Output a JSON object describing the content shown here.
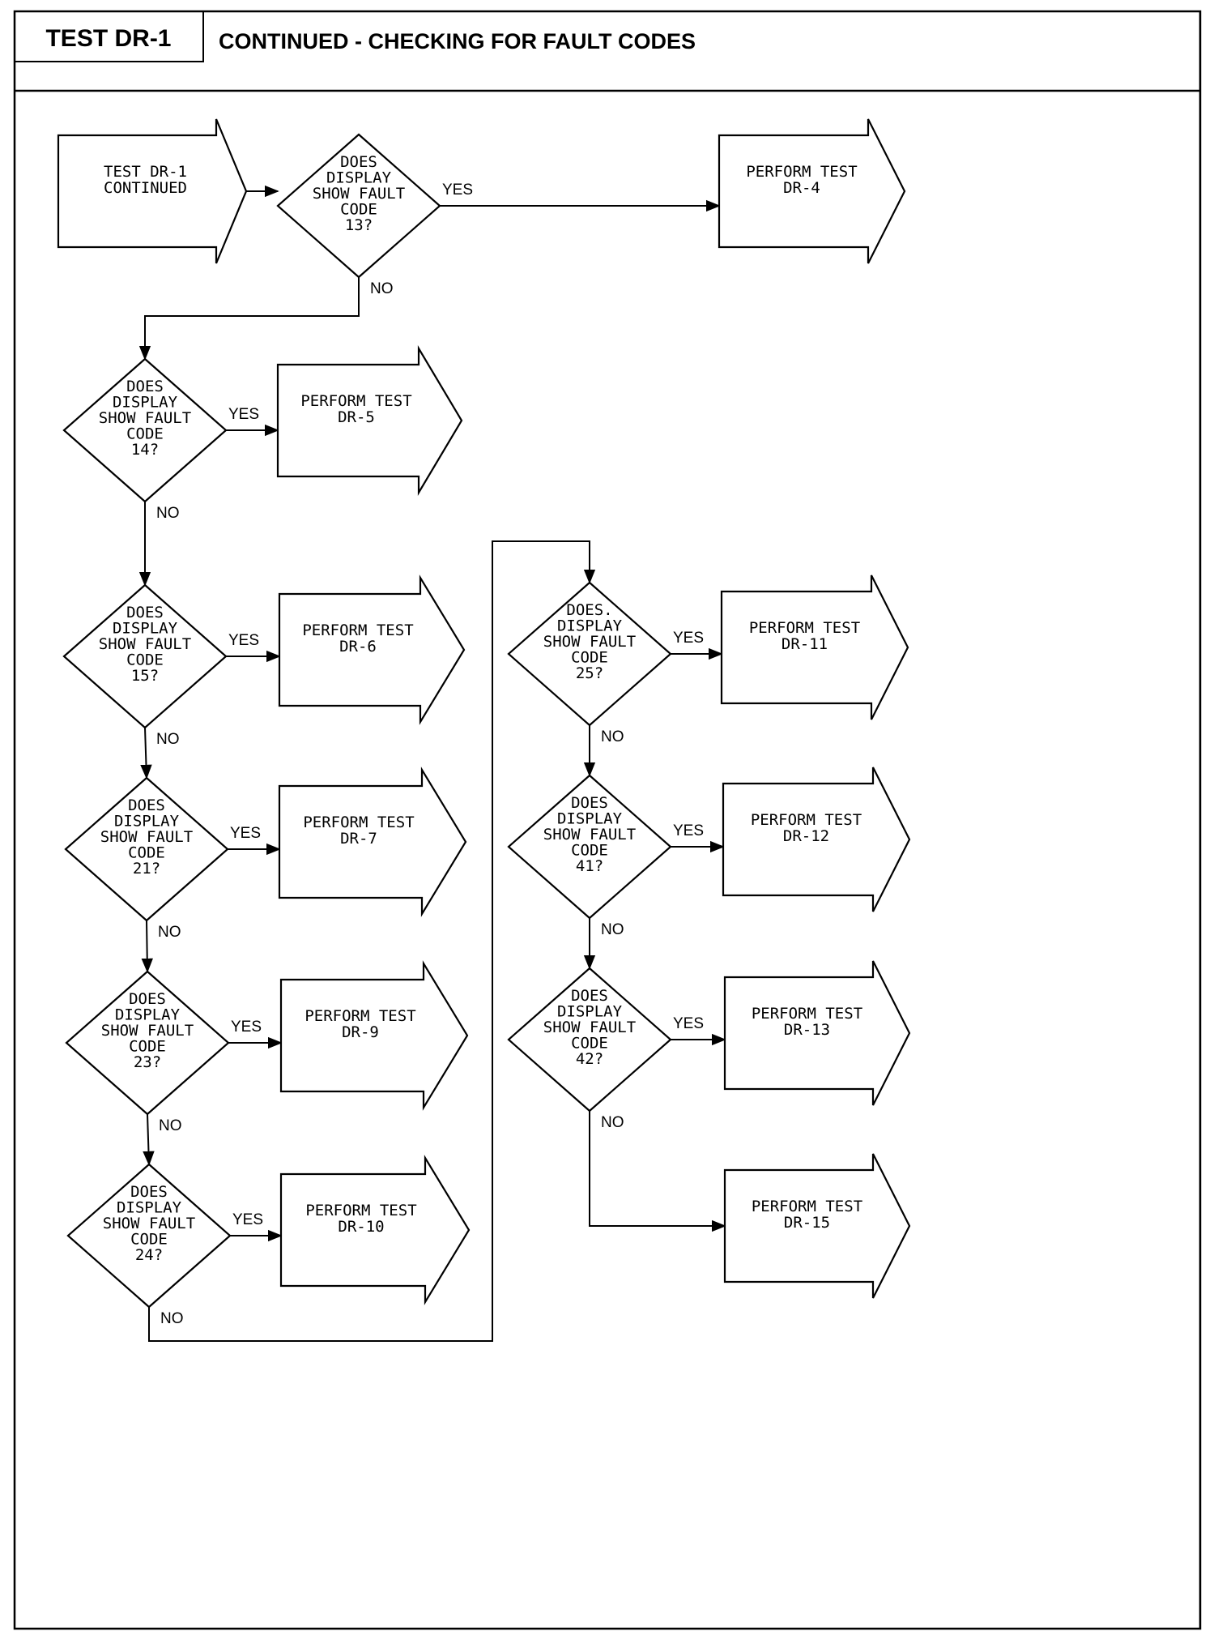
{
  "header": {
    "test_code": "TEST DR-1",
    "title": "CONTINUED - CHECKING FOR FAULT CODES"
  },
  "start": {
    "lines": [
      "TEST DR-1",
      "CONTINUED"
    ]
  },
  "branch_labels": {
    "yes": "YES",
    "no": "NO"
  },
  "decisions": [
    {
      "id": "d13",
      "lines": [
        "DOES",
        "DISPLAY",
        "SHOW FAULT",
        "CODE",
        "13?"
      ]
    },
    {
      "id": "d14",
      "lines": [
        "DOES",
        "DISPLAY",
        "SHOW FAULT",
        "CODE",
        "14?"
      ]
    },
    {
      "id": "d15",
      "lines": [
        "DOES",
        "DISPLAY",
        "SHOW FAULT",
        "CODE",
        "15?"
      ]
    },
    {
      "id": "d21",
      "lines": [
        "DOES",
        "DISPLAY",
        "SHOW FAULT",
        "CODE",
        "21?"
      ]
    },
    {
      "id": "d23",
      "lines": [
        "DOES",
        "DISPLAY",
        "SHOW FAULT",
        "CODE",
        "23?"
      ]
    },
    {
      "id": "d24",
      "lines": [
        "DOES",
        "DISPLAY",
        "SHOW FAULT",
        "CODE",
        "24?"
      ]
    },
    {
      "id": "d25",
      "lines": [
        "DOES.",
        "DISPLAY",
        "SHOW FAULT",
        "CODE",
        "25?"
      ]
    },
    {
      "id": "d41",
      "lines": [
        "DOES",
        "DISPLAY",
        "SHOW FAULT",
        "CODE",
        "41?"
      ]
    },
    {
      "id": "d42",
      "lines": [
        "DOES",
        "DISPLAY",
        "SHOW FAULT",
        "CODE",
        "42?"
      ]
    }
  ],
  "actions": [
    {
      "id": "a4",
      "lines": [
        "PERFORM TEST",
        "DR-4"
      ]
    },
    {
      "id": "a5",
      "lines": [
        "PERFORM TEST",
        "DR-5"
      ]
    },
    {
      "id": "a6",
      "lines": [
        "PERFORM TEST",
        "DR-6"
      ]
    },
    {
      "id": "a7",
      "lines": [
        "PERFORM TEST",
        "DR-7"
      ]
    },
    {
      "id": "a9",
      "lines": [
        "PERFORM TEST",
        "DR-9"
      ]
    },
    {
      "id": "a10",
      "lines": [
        "PERFORM TEST",
        "DR-10"
      ]
    },
    {
      "id": "a11",
      "lines": [
        "PERFORM TEST",
        "DR-11"
      ]
    },
    {
      "id": "a12",
      "lines": [
        "PERFORM TEST",
        "DR-12"
      ]
    },
    {
      "id": "a13",
      "lines": [
        "PERFORM TEST",
        "DR-13"
      ]
    },
    {
      "id": "a15",
      "lines": [
        "PERFORM TEST",
        "DR-15"
      ]
    }
  ],
  "edges": [
    {
      "from": "start",
      "to": "d13",
      "label": ""
    },
    {
      "from": "d13",
      "to": "a4",
      "label": "yes"
    },
    {
      "from": "d13",
      "to": "d14",
      "label": "no"
    },
    {
      "from": "d14",
      "to": "a5",
      "label": "yes"
    },
    {
      "from": "d14",
      "to": "d15",
      "label": "no"
    },
    {
      "from": "d15",
      "to": "a6",
      "label": "yes"
    },
    {
      "from": "d15",
      "to": "d21",
      "label": "no"
    },
    {
      "from": "d21",
      "to": "a7",
      "label": "yes"
    },
    {
      "from": "d21",
      "to": "d23",
      "label": "no"
    },
    {
      "from": "d23",
      "to": "a9",
      "label": "yes"
    },
    {
      "from": "d23",
      "to": "d24",
      "label": "no"
    },
    {
      "from": "d24",
      "to": "a10",
      "label": "yes"
    },
    {
      "from": "d24",
      "to": "d25",
      "label": "no"
    },
    {
      "from": "d25",
      "to": "a11",
      "label": "yes"
    },
    {
      "from": "d25",
      "to": "d41",
      "label": "no"
    },
    {
      "from": "d41",
      "to": "a12",
      "label": "yes"
    },
    {
      "from": "d41",
      "to": "d42",
      "label": "no"
    },
    {
      "from": "d42",
      "to": "a13",
      "label": "yes"
    },
    {
      "from": "d42",
      "to": "a15",
      "label": "no"
    }
  ]
}
